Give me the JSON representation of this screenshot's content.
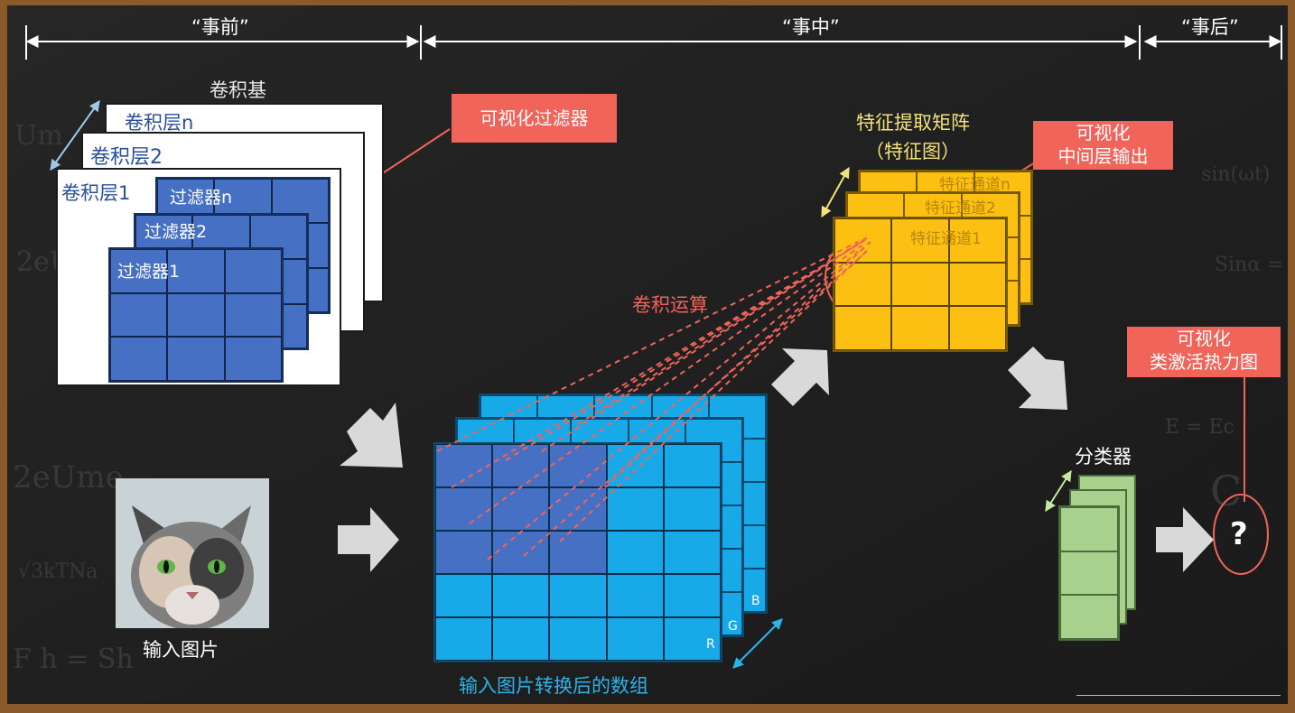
{
  "phases": {
    "before": "“事前”",
    "during": "“事中”",
    "after": "“事后”"
  },
  "conv_base": {
    "title": "卷积基",
    "layers": [
      "卷积层n",
      "卷积层2",
      "卷积层1"
    ],
    "filters": [
      "过滤器n",
      "过滤器2",
      "过滤器1"
    ]
  },
  "callouts": {
    "filters": "可视化过滤器",
    "middle_line1": "可视化",
    "middle_line2": "中间层输出",
    "heatmap_line1": "可视化",
    "heatmap_line2": "类激活热力图"
  },
  "feature_map": {
    "title_line1": "特征提取矩阵",
    "title_line2": "（特征图）",
    "channels": [
      "特征通道n",
      "特征通道2",
      "特征通道1"
    ]
  },
  "convolution_label": "卷积运算",
  "input_image_label": "输入图片",
  "array": {
    "caption": "输入图片转换后的数组",
    "channels": [
      "B",
      "G",
      "R"
    ]
  },
  "classifier": {
    "title": "分类器",
    "output": "?"
  },
  "colors": {
    "board": "#1e1e1e",
    "frame": "#8a5a2b",
    "callout": "#f0645a",
    "filter_blue": "#4670c4",
    "feature_yellow": "#fcc012",
    "array_cyan": "#17a9e8",
    "classifier_green": "#a8d18d",
    "caption_cyan": "#2bb3e8"
  },
  "icons": [
    "cat-photo",
    "arrow-right-icon",
    "double-arrow-icon"
  ]
}
